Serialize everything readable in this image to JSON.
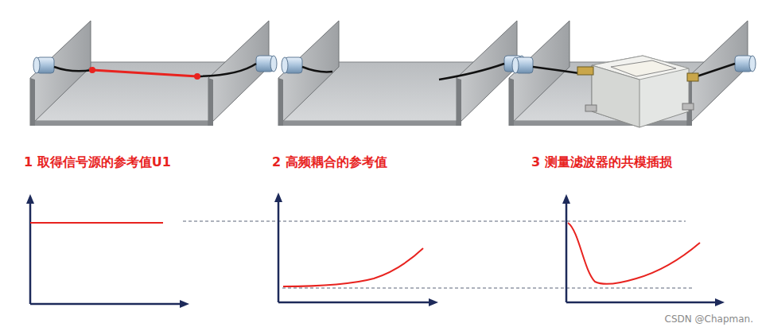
{
  "diagram": {
    "labels": [
      "1 取得信号源的参考值U1",
      "2 高频耦合的参考值",
      "3 测量滤波器的共模插损",
      "CSDN @Chapman."
    ]
  }
}
